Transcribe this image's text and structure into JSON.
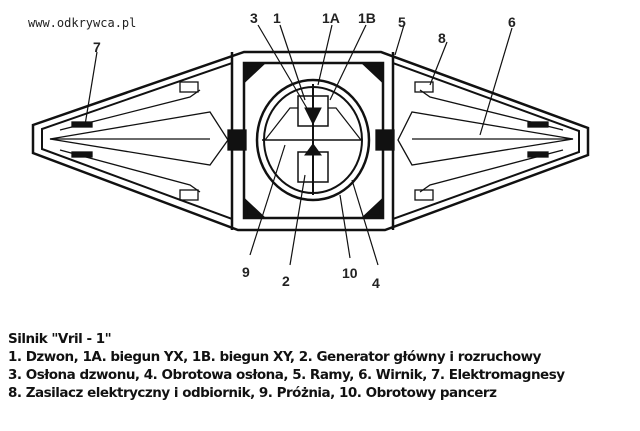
{
  "watermark": "www.odkrywca.pl",
  "labels": {
    "l3": "3",
    "l1": "1",
    "l1A": "1A",
    "l1B": "1B",
    "l5": "5",
    "l6": "6",
    "l8": "8",
    "l7": "7",
    "l9": "9",
    "l2": "2",
    "l10": "10",
    "l4": "4"
  },
  "legend": {
    "title": "Silnik \"Vril - 1\"",
    "lines": [
      "1. Dzwon, 1A. biegun YX, 1B. biegun XY, 2. Generator główny i rozruchowy",
      "3. Osłona dzwonu, 4. Obrotowa osłona, 5. Ramy, 6. Wirnik, 7. Elektromagnesy",
      "8. Zasilacz elektryczny i odbiornik, 9. Próżnia, 10. Obrotowy pancerz"
    ]
  }
}
